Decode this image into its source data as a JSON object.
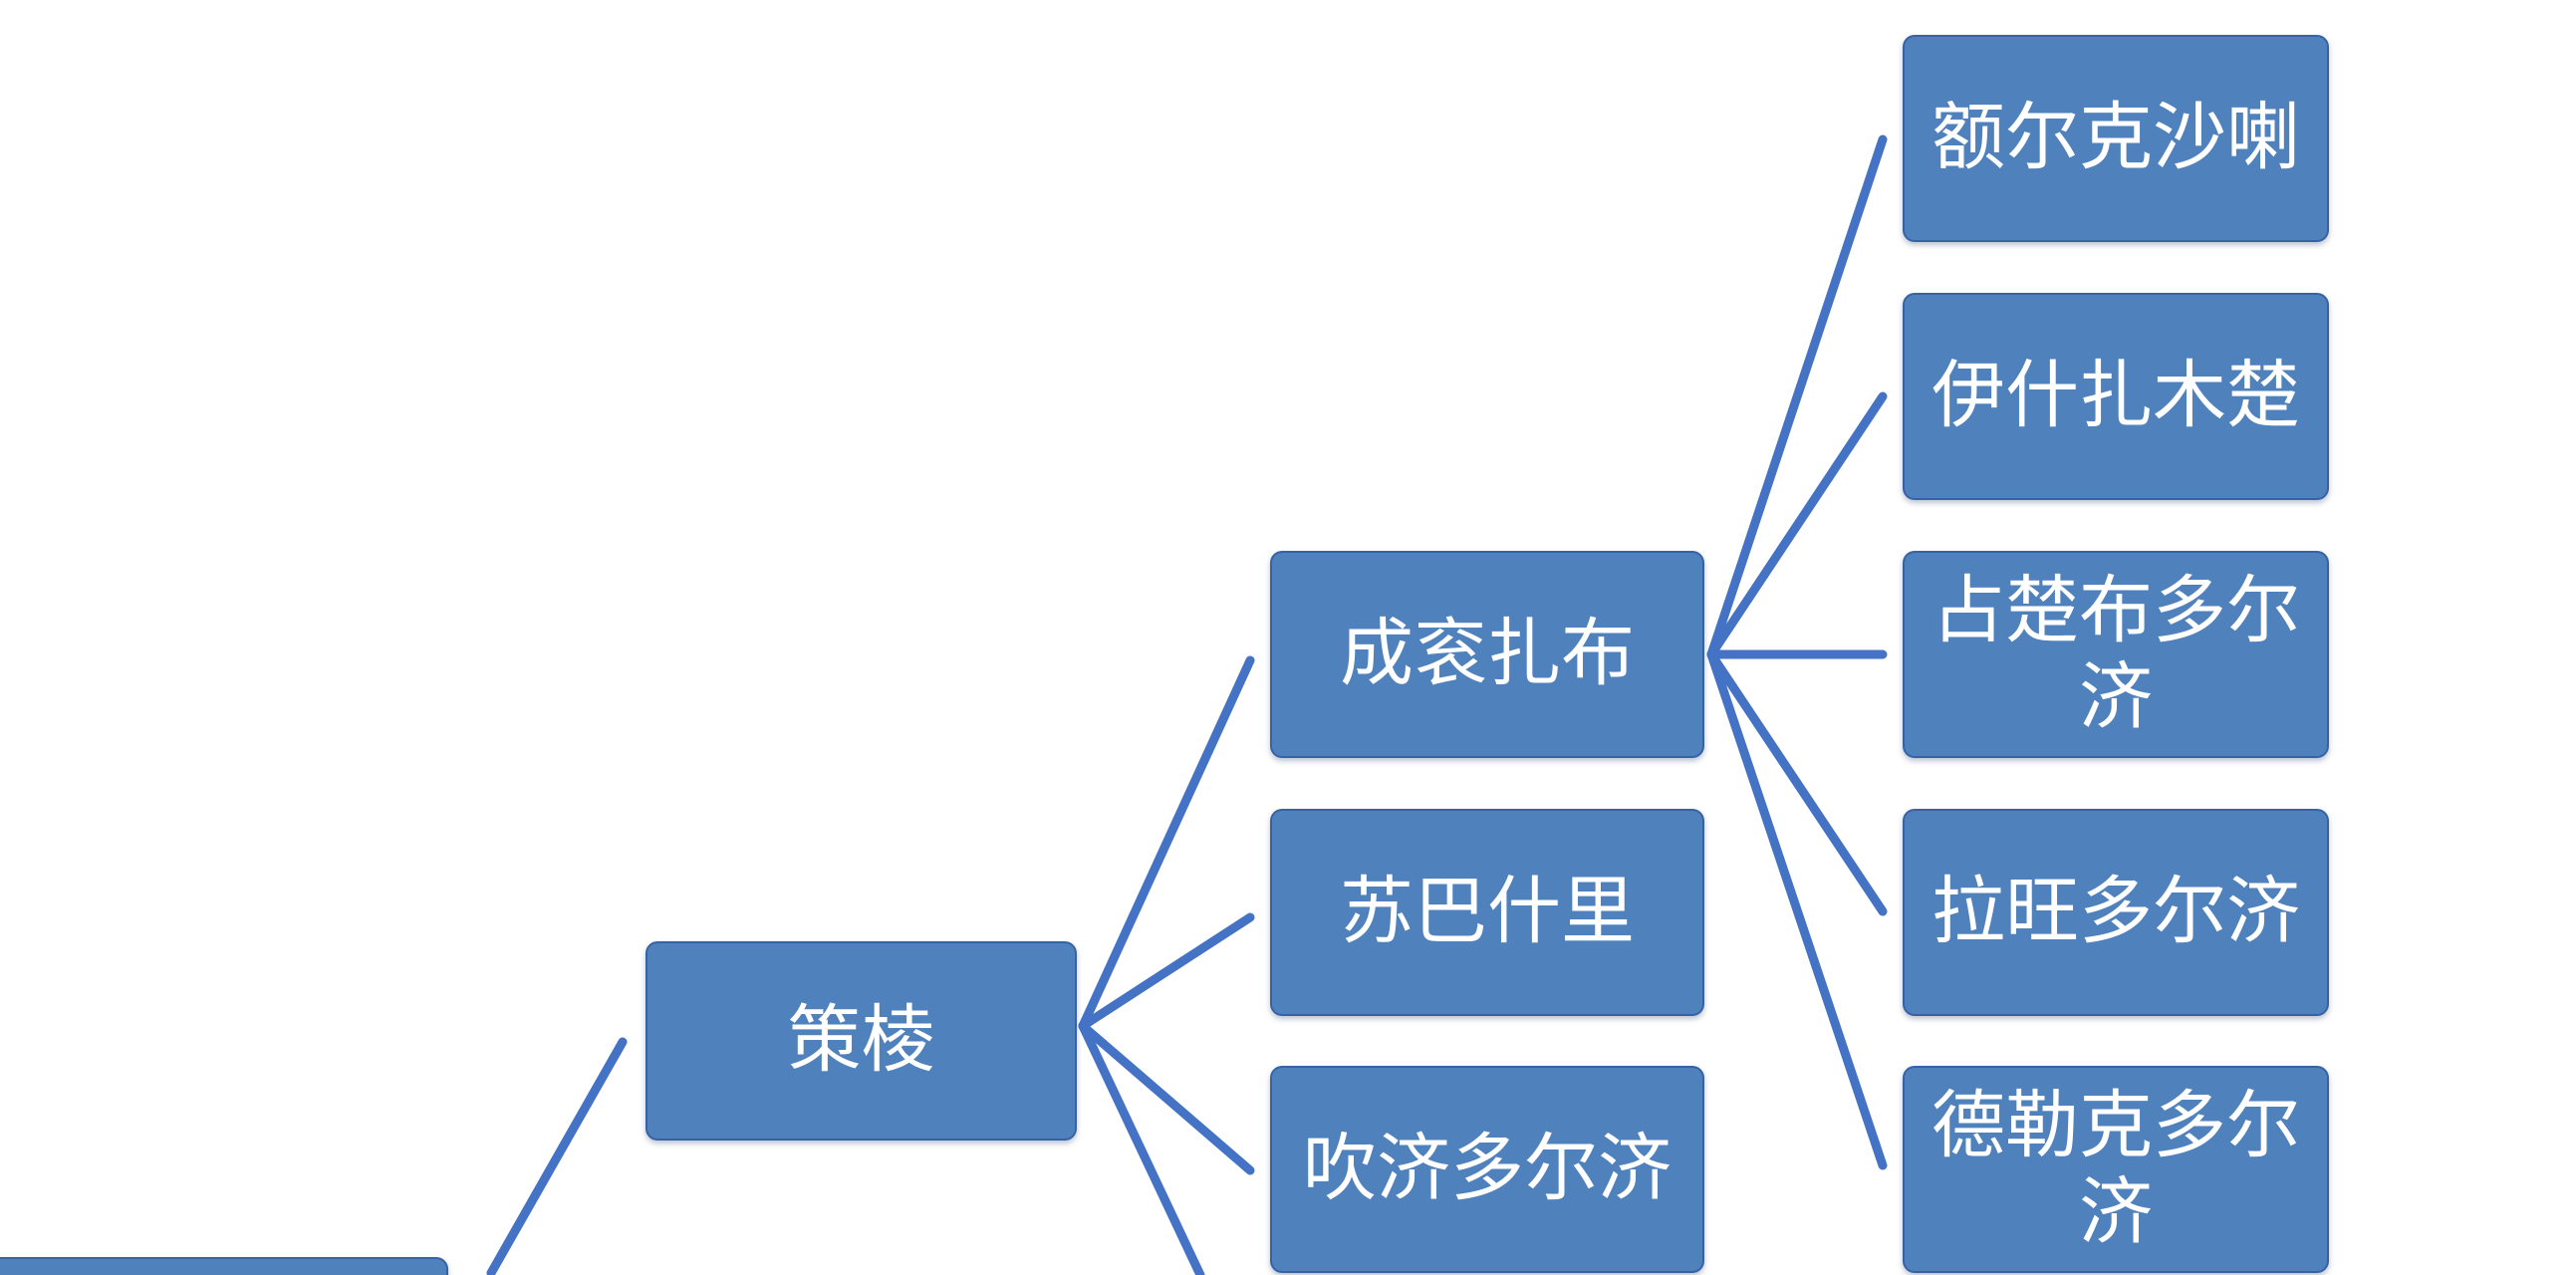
{
  "colors": {
    "node_fill": "#4f81bd",
    "connector": "#4472c4",
    "text": "#ffffff"
  },
  "nodes": {
    "root": "",
    "ceng": "策棱",
    "chenggun": "成衮扎布",
    "subashili": "苏巴什里",
    "chuiji": "吹济多尔济",
    "erke": "额尔克沙喇",
    "yishi": "伊什扎木楚",
    "zhanchu": "占楚布多尔济",
    "lawang": "拉旺多尔济",
    "deleke": "德勒克多尔济"
  }
}
